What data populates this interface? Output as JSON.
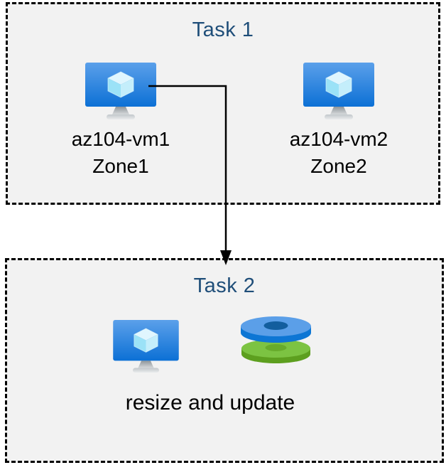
{
  "task1": {
    "title": "Task 1",
    "vms": [
      {
        "name": "az104-vm1",
        "zone": "Zone1",
        "icon": "virtual-machine-icon"
      },
      {
        "name": "az104-vm2",
        "zone": "Zone2",
        "icon": "virtual-machine-icon"
      }
    ]
  },
  "task2": {
    "title": "Task 2",
    "caption": "resize and update",
    "icons": [
      "virtual-machine-icon",
      "managed-disks-icon"
    ]
  },
  "connector": {
    "from": "az104-vm1",
    "to": "Task 2",
    "shape": "elbow-arrow-right-then-down"
  },
  "colors": {
    "title_text": "#1f4e79",
    "label_text": "#000000",
    "box_background": "#f2f2f2",
    "box_border": "#000000",
    "arrow": "#000000",
    "vm_screen_top": "#5ba0ea",
    "vm_screen_bottom": "#0c70d5",
    "vm_cube_top": "#e0f6fe",
    "vm_cube_left": "#9be2f7",
    "vm_cube_right": "#c4eefb",
    "disk_blue_top": "#5b9fe8",
    "disk_blue_side": "#0d76d4",
    "disk_blue_hole": "#135e9e",
    "disk_green_top": "#7cc342",
    "disk_green_side": "#5d9f1f",
    "disk_green_hole": "#67ab2b"
  }
}
